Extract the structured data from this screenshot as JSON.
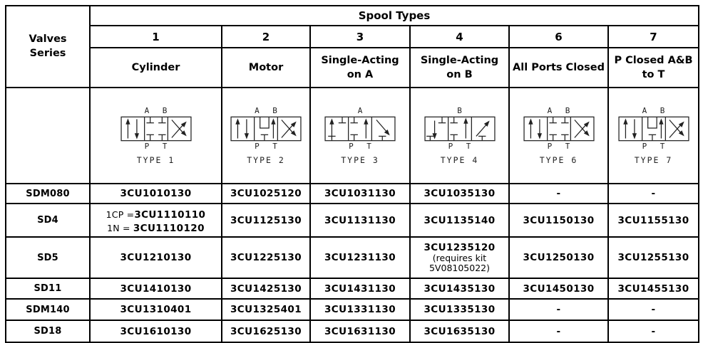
{
  "table": {
    "corner_line1": "Valves",
    "corner_line2": "Series",
    "spool_types_title": "Spool Types",
    "columns": [
      {
        "number": "1",
        "name": "Cylinder",
        "diagram": {
          "top_label": "A B",
          "bottom_label": "P T",
          "caption": "TYPE 1"
        }
      },
      {
        "number": "2",
        "name": "Motor",
        "diagram": {
          "top_label": "A B",
          "bottom_label": "P T",
          "caption": "TYPE 2"
        }
      },
      {
        "number": "3",
        "name": "Single-Acting on A",
        "diagram": {
          "top_label": "A",
          "bottom_label": "P T",
          "caption": "TYPE 3"
        }
      },
      {
        "number": "4",
        "name": "Single-Acting on B",
        "diagram": {
          "top_label": "B",
          "bottom_label": "P T",
          "caption": "TYPE 4"
        }
      },
      {
        "number": "6",
        "name": "All Ports Closed",
        "diagram": {
          "top_label": "A B",
          "bottom_label": "P T",
          "caption": "TYPE 6"
        }
      },
      {
        "number": "7",
        "name": "P Closed A&B to T",
        "diagram": {
          "top_label": "A B",
          "bottom_label": "P T",
          "caption": "TYPE 7"
        }
      }
    ],
    "rows": [
      {
        "series": "SDM080",
        "cells": {
          "c1": "3CU1010130",
          "c2": "3CU1025120",
          "c3": "3CU1031130",
          "c4": "3CU1035130",
          "c6": "-",
          "c7": "-"
        }
      },
      {
        "series": "SD4",
        "c1_special": {
          "line1_prefix": "1CP =",
          "line1_code": "3CU1110110",
          "line2_prefix": "1N = ",
          "line2_code": "3CU1110120"
        },
        "cells": {
          "c2": "3CU1125130",
          "c3": "3CU1131130",
          "c4": "3CU1135140",
          "c6": "3CU1150130",
          "c7": "3CU1155130"
        }
      },
      {
        "series": "SD5",
        "cells": {
          "c1": "3CU1210130",
          "c2": "3CU1225130",
          "c3": "3CU1231130",
          "c6": "3CU1250130",
          "c7": "3CU1255130"
        },
        "c4_special": {
          "code": "3CU1235120",
          "note_line1": "(requires kit",
          "note_line2": "5V08105022)"
        }
      },
      {
        "series": "SD11",
        "cells": {
          "c1": "3CU1410130",
          "c2": "3CU1425130",
          "c3": "3CU1431130",
          "c4": "3CU1435130",
          "c6": "3CU1450130",
          "c7": "3CU1455130"
        }
      },
      {
        "series": "SDM140",
        "cells": {
          "c1": "3CU1310401",
          "c2": "3CU1325401",
          "c3": "3CU1331130",
          "c4": "3CU1335130",
          "c6": "-",
          "c7": "-"
        }
      },
      {
        "series": "SD18",
        "cells": {
          "c1": "3CU1610130",
          "c2": "3CU1625130",
          "c3": "3CU1631130",
          "c4": "3CU1635130",
          "c6": "-",
          "c7": "-"
        }
      }
    ]
  }
}
